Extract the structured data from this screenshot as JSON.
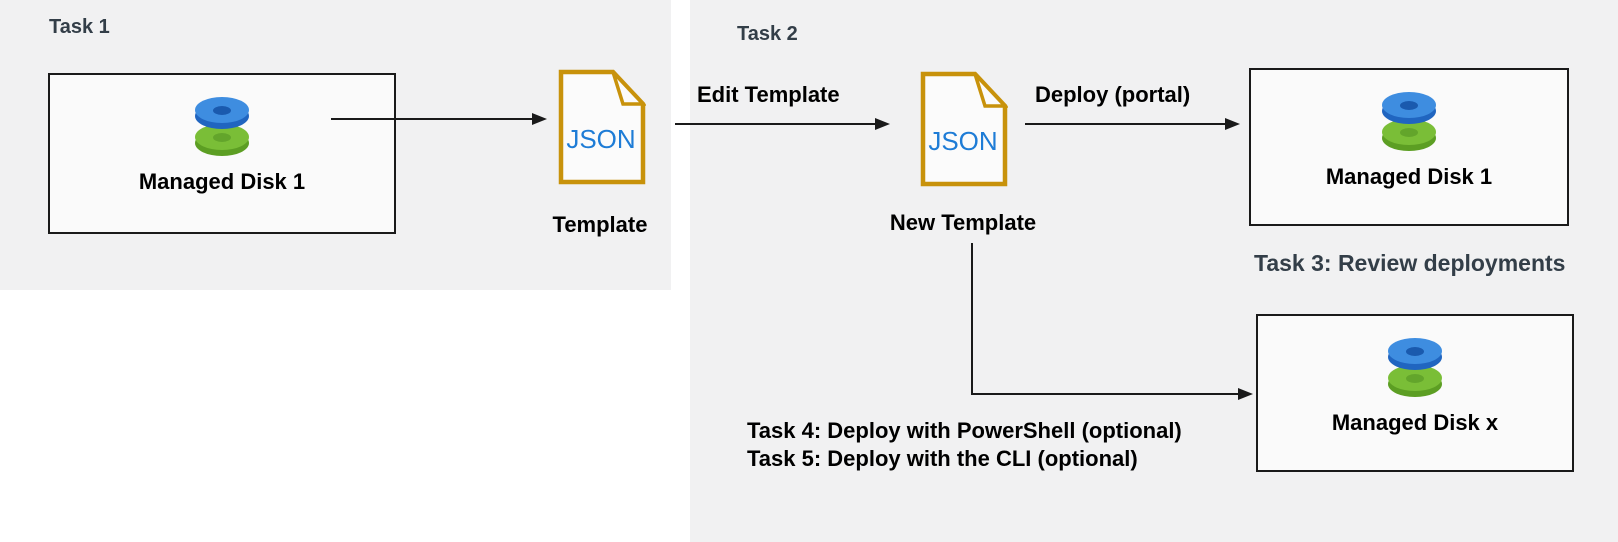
{
  "colors": {
    "panel_bg": "#F1F1F2",
    "box_bg": "#FAFAFA",
    "box_border": "#1A1A1A",
    "arrow": "#1A1A1A",
    "gold": "#C8920B",
    "json_text": "#1E7CD6",
    "heading_text": "#333E48",
    "label_text": "#000000",
    "disk_blue_face": "#3E8DE0",
    "disk_blue_rim": "#2065C0",
    "disk_blue_hole": "#1A5AAE",
    "disk_green_face": "#7ABE37",
    "disk_green_rim": "#5C9E23",
    "disk_green_hole": "#63A52B"
  },
  "icons": {
    "managed_disk": "managed-disk-icon",
    "json_file": "json-file-icon"
  },
  "task1": {
    "title": "Task 1",
    "source_box": {
      "label": "Managed Disk 1"
    },
    "template": {
      "file_label": "JSON",
      "caption": "Template"
    }
  },
  "task2": {
    "title": "Task 2",
    "edit_arrow_label": "Edit Template",
    "new_template": {
      "file_label": "JSON",
      "caption": "New Template"
    },
    "deploy_arrow_label": "Deploy (portal)",
    "deployed_box": {
      "label": "Managed Disk 1"
    }
  },
  "task3": {
    "heading": "Task 3: Review deployments",
    "deployed_box": {
      "label": "Managed Disk x"
    }
  },
  "task45": {
    "line1": "Task 4: Deploy with PowerShell (optional)",
    "line2": "Task 5: Deploy with the CLI (optional)"
  }
}
